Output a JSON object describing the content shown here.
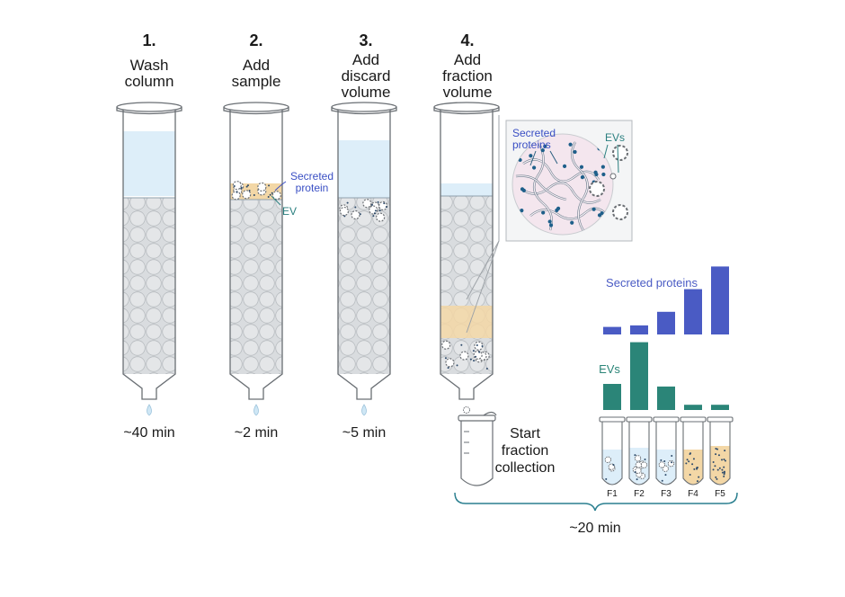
{
  "steps": [
    {
      "number": "1.",
      "title_lines": [
        "Wash",
        "column"
      ],
      "time": "~40 min"
    },
    {
      "number": "2.",
      "title_lines": [
        "Add",
        "sample"
      ],
      "time": "~2 min"
    },
    {
      "number": "3.",
      "title_lines": [
        "Add",
        "discard",
        "volume"
      ],
      "time": "~5 min"
    },
    {
      "number": "4.",
      "title_lines": [
        "Add",
        "fraction",
        "volume"
      ]
    }
  ],
  "labels": {
    "secreted_protein": [
      "Secreted",
      "protein"
    ],
    "ev": "EV",
    "inset_secreted_proteins": [
      "Secreted",
      "proteins"
    ],
    "inset_evs": "EVs",
    "start_fraction_collection": [
      "Start",
      "fraction",
      "collection"
    ],
    "total_time": "~20 min"
  },
  "chart_data": {
    "type": "bar",
    "categories": [
      "F1",
      "F2",
      "F3",
      "F4",
      "F5"
    ],
    "series": [
      {
        "name": "Secreted proteins",
        "values": [
          1,
          1.2,
          3,
          6,
          9
        ],
        "color": "#4a5bc4"
      },
      {
        "name": "EVs",
        "values": [
          5,
          13,
          4.5,
          1,
          1
        ],
        "color": "#2b8578"
      }
    ]
  },
  "colors": {
    "protein_band": "#f3d7a6",
    "buffer": "#ddeef9",
    "resin": "#d9dcdf",
    "protein_bar": "#4a5bc4",
    "ev_bar": "#2b8578",
    "brace": "#2a7f8f"
  }
}
